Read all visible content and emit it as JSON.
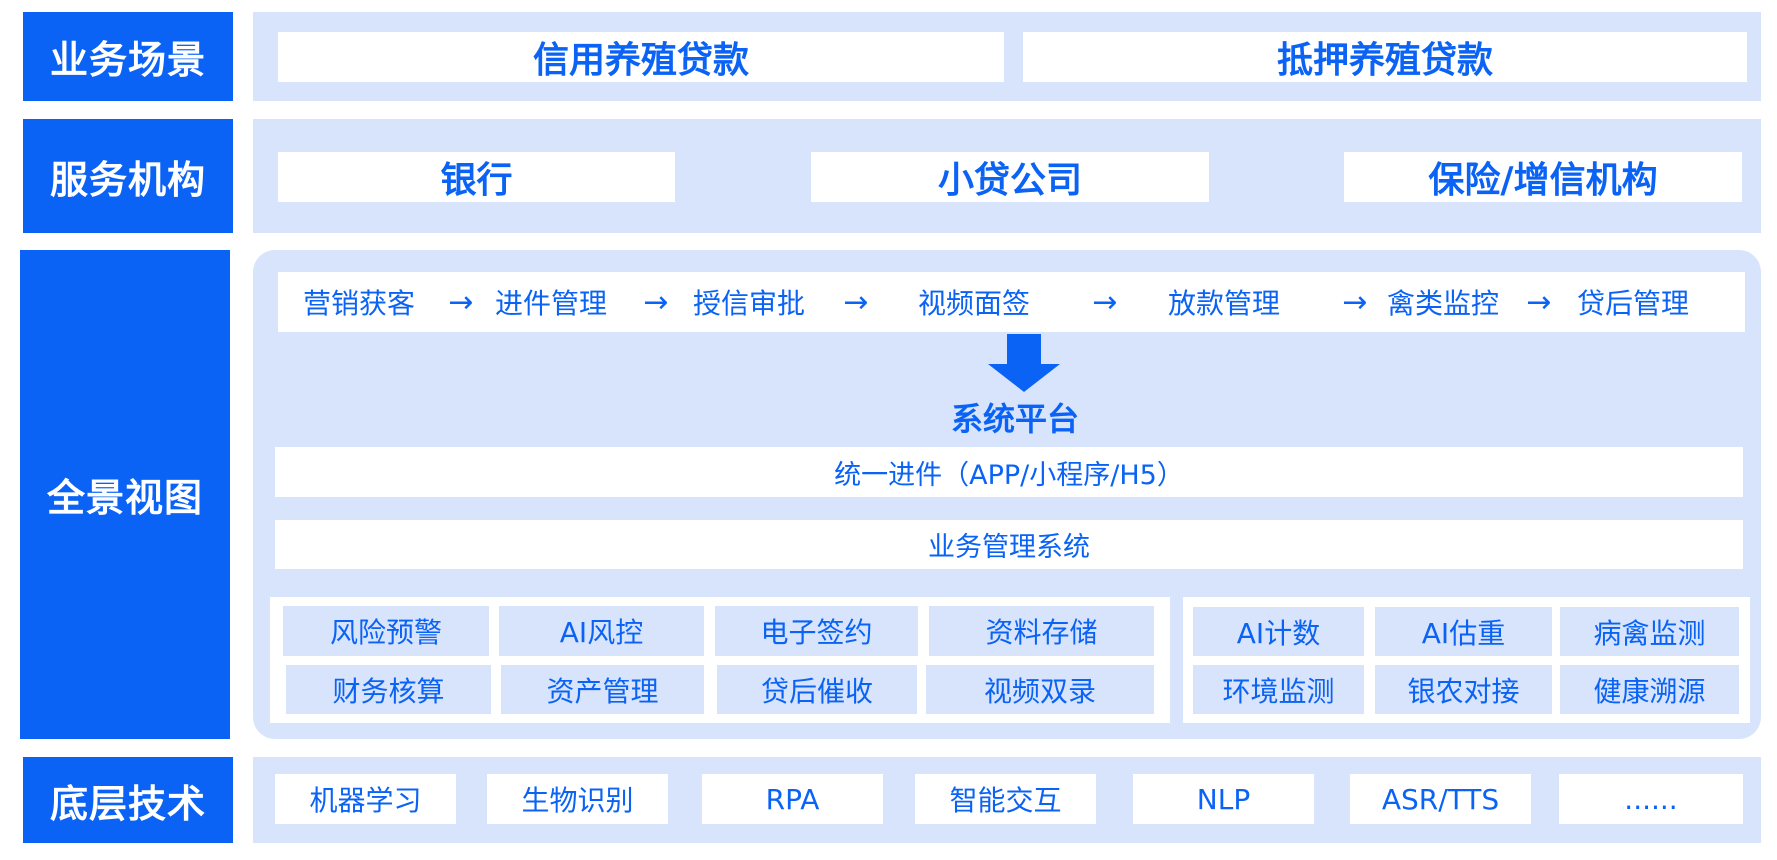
{
  "colors": {
    "accent": "#0a63f5",
    "panel": "#d8e4fc",
    "card": "#ffffff"
  },
  "rows": {
    "scenario": {
      "label": "业务场景",
      "items": [
        "信用养殖贷款",
        "抵押养殖贷款"
      ]
    },
    "institutions": {
      "label": "服务机构",
      "items": [
        "银行",
        "小贷公司",
        "保险/增信机构"
      ]
    },
    "panorama": {
      "label": "全景视图",
      "flow": [
        "营销获客",
        "进件管理",
        "授信审批",
        "视频面签",
        "放款管理",
        "禽类监控",
        "贷后管理"
      ],
      "arrow_glyph": "→",
      "platform_title": "系统平台",
      "unified_entry": "统一进件（APP/小程序/H5）",
      "business_system": "业务管理系统",
      "modules_left": [
        [
          "风险预警",
          "AI风控",
          "电子签约",
          "资料存储"
        ],
        [
          "财务核算",
          "资产管理",
          "贷后催收",
          "视频双录"
        ]
      ],
      "modules_right": [
        [
          "AI计数",
          "AI估重",
          "病禽监测"
        ],
        [
          "环境监测",
          "银农对接",
          "健康溯源"
        ]
      ]
    },
    "technology": {
      "label": "底层技术",
      "items": [
        "机器学习",
        "生物识别",
        "RPA",
        "智能交互",
        "NLP",
        "ASR/TTS",
        "......"
      ]
    }
  }
}
